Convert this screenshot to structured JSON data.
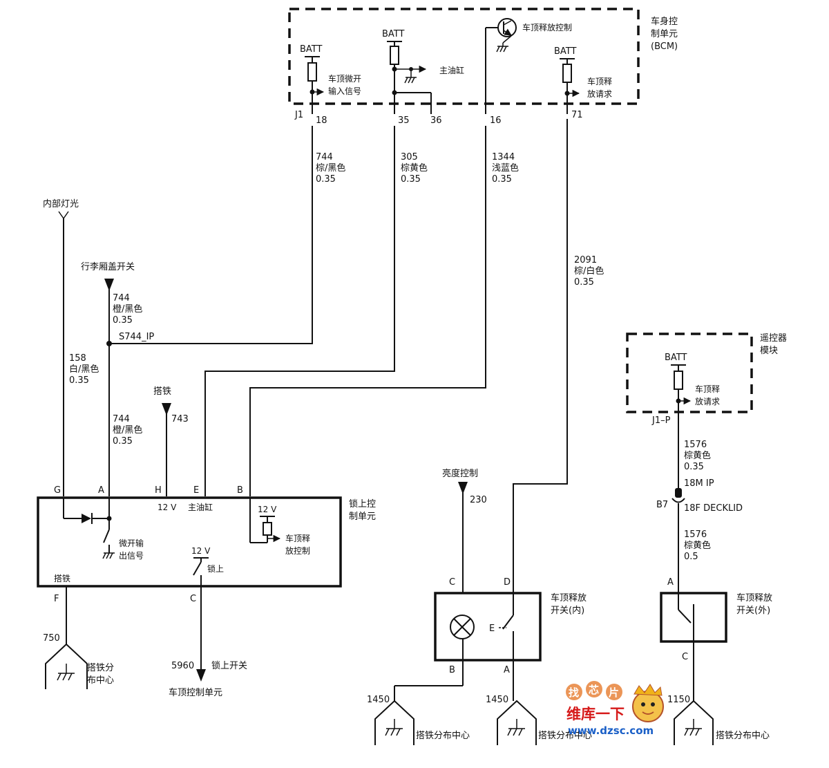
{
  "bcm": {
    "title_line1": "车身控",
    "title_line2": "制单元",
    "title_line3": "(BCM)",
    "connector": "J1",
    "batt": "BATT",
    "ajar_input_line1": "车顶微开",
    "ajar_input_line2": "输入信号",
    "main_cylinder": "主油缸",
    "release_control": "车顶释放控制",
    "release_request_line1": "车顶释",
    "release_request_line2": "放请求",
    "pins": [
      "18",
      "35",
      "36",
      "16",
      "71"
    ]
  },
  "wires": {
    "w744_top": {
      "num": "744",
      "color": "棕/黑色",
      "gauge": "0.35"
    },
    "w305": {
      "num": "305",
      "color": "棕黄色",
      "gauge": "0.35"
    },
    "w1344": {
      "num": "1344",
      "color": "浅蓝色",
      "gauge": "0.35"
    },
    "w2091": {
      "num": "2091",
      "color": "棕/白色",
      "gauge": "0.35"
    },
    "w744_trunk": {
      "num": "744",
      "color": "橙/黑色",
      "gauge": "0.35"
    },
    "w158": {
      "num": "158",
      "color": "白/黑色",
      "gauge": "0.35"
    },
    "w744_mid": {
      "num": "744",
      "color": "橙/黑色",
      "gauge": "0.35"
    },
    "w1576_a": {
      "num": "1576",
      "color": "棕黄色",
      "gauge": "0.35"
    },
    "w1576_b": {
      "num": "1576",
      "color": "棕黄色",
      "gauge": "0.5"
    }
  },
  "labels": {
    "interior_light": "内部灯光",
    "trunk_switch": "行李厢盖开关",
    "splice": "S744_IP",
    "ground": "搭铁",
    "ground_wire": "743",
    "brightness": "亮度控制",
    "brightness_wire": "230"
  },
  "lock_module": {
    "title_line1": "锁上控",
    "title_line2": "制单元",
    "pins_top": [
      "G",
      "A",
      "H",
      "E",
      "B"
    ],
    "v12": "12 V",
    "main_cylinder": "主油缸",
    "ajar_output_line1": "微开输",
    "ajar_output_line2": "出信号",
    "lock": "锁上",
    "release_control_line1": "车顶释",
    "release_control_line2": "放控制",
    "ground": "搭铁",
    "pin_F": "F",
    "pin_C": "C",
    "wire_750": "750",
    "wire_5960": "5960",
    "lock_switch": "锁上开关",
    "roof_control_unit": "车顶控制单元"
  },
  "ground_dist": {
    "label_line1": "搭铁分",
    "label_line2": "布中心",
    "label_full": "搭铁分布中心",
    "w1450": "1450",
    "w1150": "1150"
  },
  "inner_switch": {
    "title_line1": "车顶释放",
    "title_line2": "开关(内)",
    "pin_C": "C",
    "pin_D": "D",
    "pin_B": "B",
    "pin_A": "A",
    "pin_E": "E"
  },
  "remote": {
    "title_line1": "遥控器",
    "title_line2": "模块",
    "batt": "BATT",
    "req_line1": "车顶释",
    "req_line2": "放请求",
    "connector": "J1–P",
    "conn_18M": "18M IP",
    "conn_B7": "B7",
    "conn_18F": "18F DECKLID"
  },
  "outer_switch": {
    "title_line1": "车顶释放",
    "title_line2": "开关(外)",
    "pin_A": "A",
    "pin_C": "C"
  },
  "watermark": {
    "text1": "找",
    "text2": "芯",
    "text3": "片",
    "slogan": "维库一下",
    "url": "www.dzsc.com"
  }
}
